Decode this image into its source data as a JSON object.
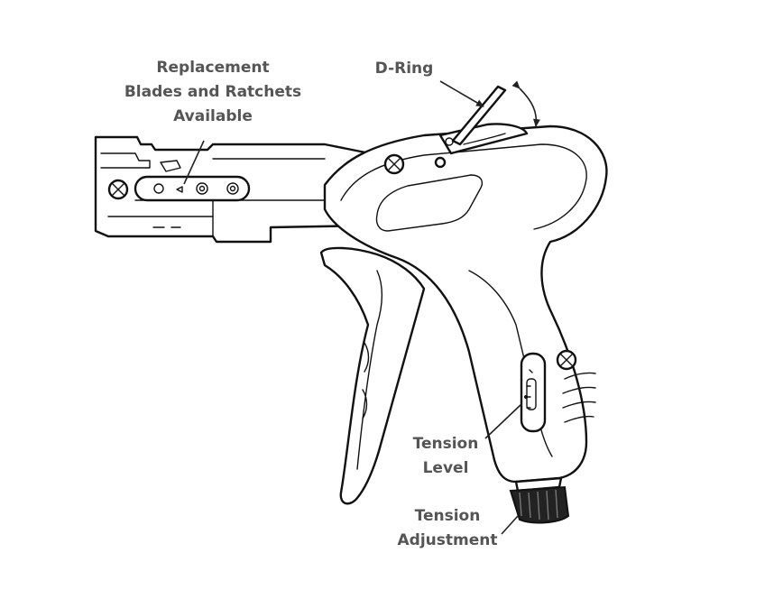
{
  "callouts": {
    "replacement": {
      "line1": "Replacement",
      "line2": "Blades and Ratchets",
      "line3": "Available"
    },
    "d_ring": {
      "label": "D-Ring"
    },
    "tension_level": {
      "line1": "Tension",
      "line2": "Level"
    },
    "tension_adjustment": {
      "line1": "Tension",
      "line2": "Adjustment"
    }
  },
  "icons": [
    "screw-icon",
    "arrow-icon"
  ],
  "colors": {
    "label": "#555555",
    "line": "#111111",
    "background": "#ffffff"
  }
}
